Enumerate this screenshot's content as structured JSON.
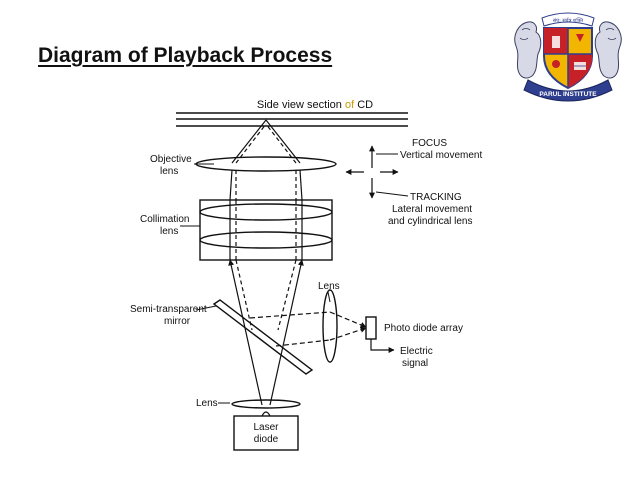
{
  "slide": {
    "title": "Diagram of Playback Process"
  },
  "logo": {
    "top_text": "संघ: सर्वत्र शक्ति",
    "ribbon_text": "PARUL INSTITUTE",
    "colors": {
      "shield_red": "#c62127",
      "shield_gold": "#f2b500",
      "ribbon_blue": "#2f3f8f",
      "lion": "#cfd3e0"
    }
  },
  "diagram": {
    "cd_label_prefix": "Side view section ",
    "cd_label_of": "of",
    "cd_label_suffix": " CD",
    "objective_lens": [
      "Objective",
      "lens"
    ],
    "collimation_lens": [
      "Collimation",
      "lens"
    ],
    "focus": "FOCUS",
    "vertical_movement": "Vertical movement",
    "tracking": "TRACKING",
    "lateral_line1": "Lateral movement",
    "lateral_line2": "and cylindrical lens",
    "semi_mirror": [
      "Semi-transparent",
      "mirror"
    ],
    "lens_right": "Lens",
    "photo_diode": "Photo diode array",
    "electric_signal": [
      "Electric",
      "signal"
    ],
    "lens_bottom": "Lens",
    "laser_diode": [
      "Laser",
      "diode"
    ],
    "colors": {
      "line": "#111111",
      "accent": "#c89a00"
    }
  }
}
